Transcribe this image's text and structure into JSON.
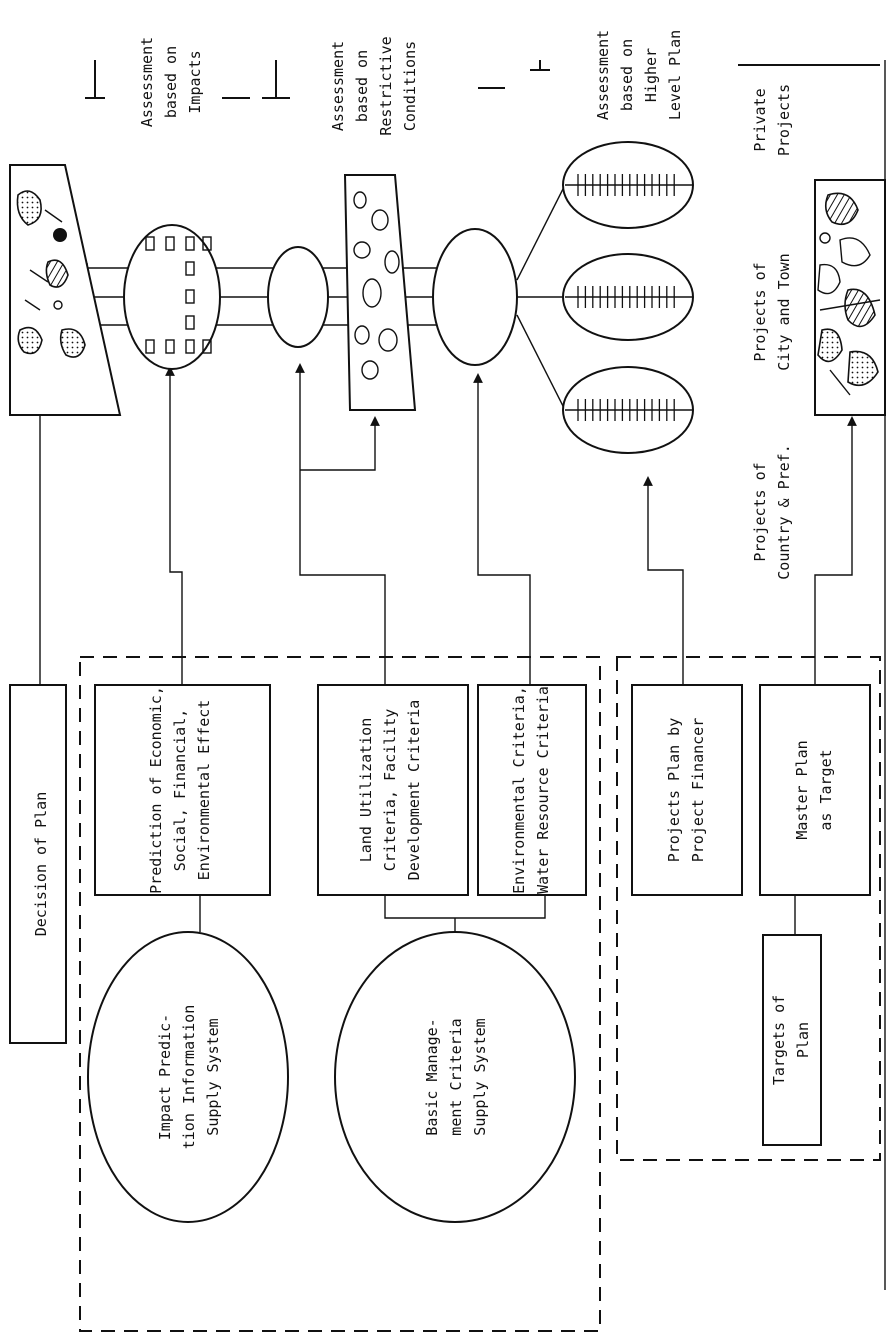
{
  "boxes": {
    "decision": "Decision of Plan",
    "prediction": [
      "Prediction of Economic,",
      "Social, Financial,",
      "Environmental Effect"
    ],
    "land": [
      "Land Utilization",
      "Criteria, Facility",
      "Development Criteria"
    ],
    "environmental": [
      "Environmental Criteria,",
      "Water Resource Criteria"
    ],
    "projects_plan": [
      "Projects Plan by",
      "Project Financer"
    ],
    "master_plan": [
      "Master Plan",
      "as Target"
    ],
    "targets": [
      "Targets of",
      "Plan"
    ]
  },
  "systems": {
    "impact": [
      "Impact Predic-",
      "tion Information",
      "Supply System"
    ],
    "basic": [
      "Basic Manage-",
      "ment Criteria",
      "Supply System"
    ]
  },
  "assessments": {
    "impacts": [
      "Assessment",
      "based on",
      "Impacts"
    ],
    "restrictive": [
      "Assessment",
      "based on",
      "Restrictive",
      "Conditions"
    ],
    "higher": [
      "Assessment",
      "based on",
      "Higher",
      "Level Plan"
    ]
  },
  "projects": {
    "country": [
      "Projects of",
      "Country & Pref."
    ],
    "city": [
      "Projects of",
      "City and Town"
    ],
    "private": [
      "Private",
      "Projects"
    ]
  }
}
